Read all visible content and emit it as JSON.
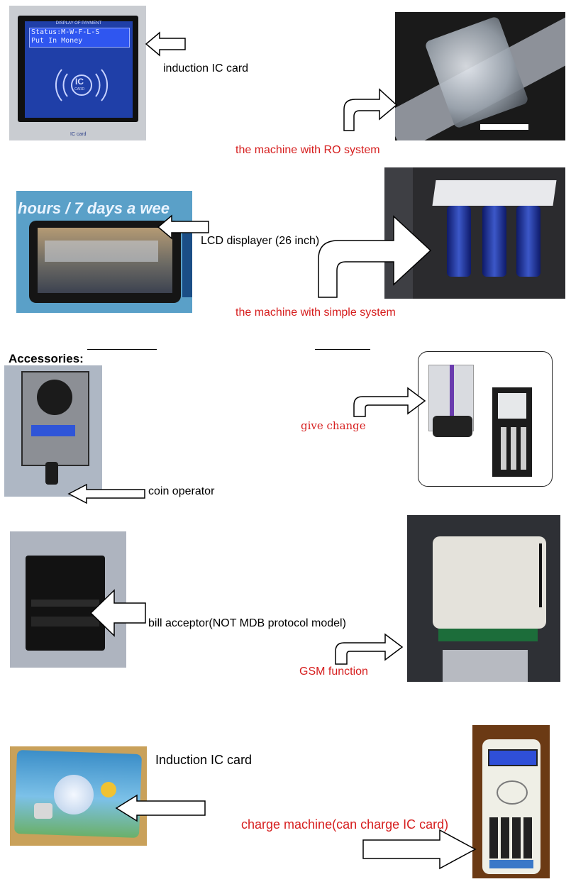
{
  "labels": {
    "induction_ic_card_top": "induction IC card",
    "ro_system": "the machine with RO system",
    "lcd_displayer": "LCD displayer (26 inch)",
    "simple_system": "the machine with simple system",
    "accessories": "Accessories:",
    "give_change": "give change",
    "coin_operator": "coin operator",
    "bill_acceptor": "bill acceptor(NOT MDB protocol model)",
    "gsm_function": "GSM function",
    "induction_ic_card_bottom": "Induction IC card",
    "charge_machine": "charge machine(can charge IC card)"
  },
  "ic_panel": {
    "header": "DISPLAY OF PAYMENT",
    "line1": "Status:M-W-F-L-S",
    "line2": "Put In Money",
    "logo_top": "IC",
    "logo_bottom": "CARD",
    "caption": "IC card"
  },
  "lcd_panel": {
    "banner": "hours / 7 days a wee"
  },
  "colors": {
    "accent_red": "#d61e1e",
    "panel_blue": "#1f3fa8",
    "lcd_blue": "#2f4fd8"
  }
}
